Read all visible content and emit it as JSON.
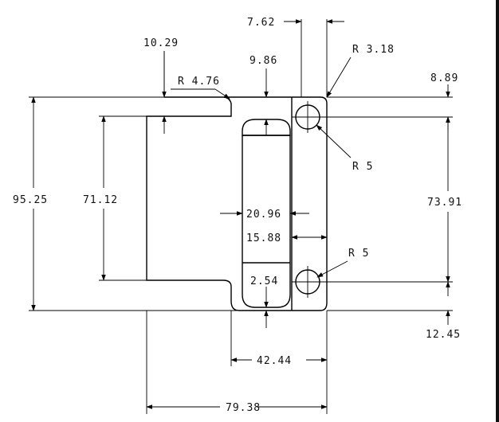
{
  "dimensions": {
    "hole_spacing": "7.62",
    "top_offset": "10.29",
    "top_radius": "R 4.76",
    "slot_width": "9.86",
    "corner_radius": "R 3.18",
    "hole_top_offset": "8.89",
    "overall_height": "95.25",
    "inner_height": "71.12",
    "slot_center": "20.96",
    "slot_edge": "15.88",
    "hole_spacing_vertical": "73.91",
    "hole_radius_upper": "R 5",
    "hole_radius_lower": "R 5",
    "slot_end": "2.54",
    "bottom_offset": "12.45",
    "flange_width": "42.44",
    "overall_width": "79.38"
  }
}
